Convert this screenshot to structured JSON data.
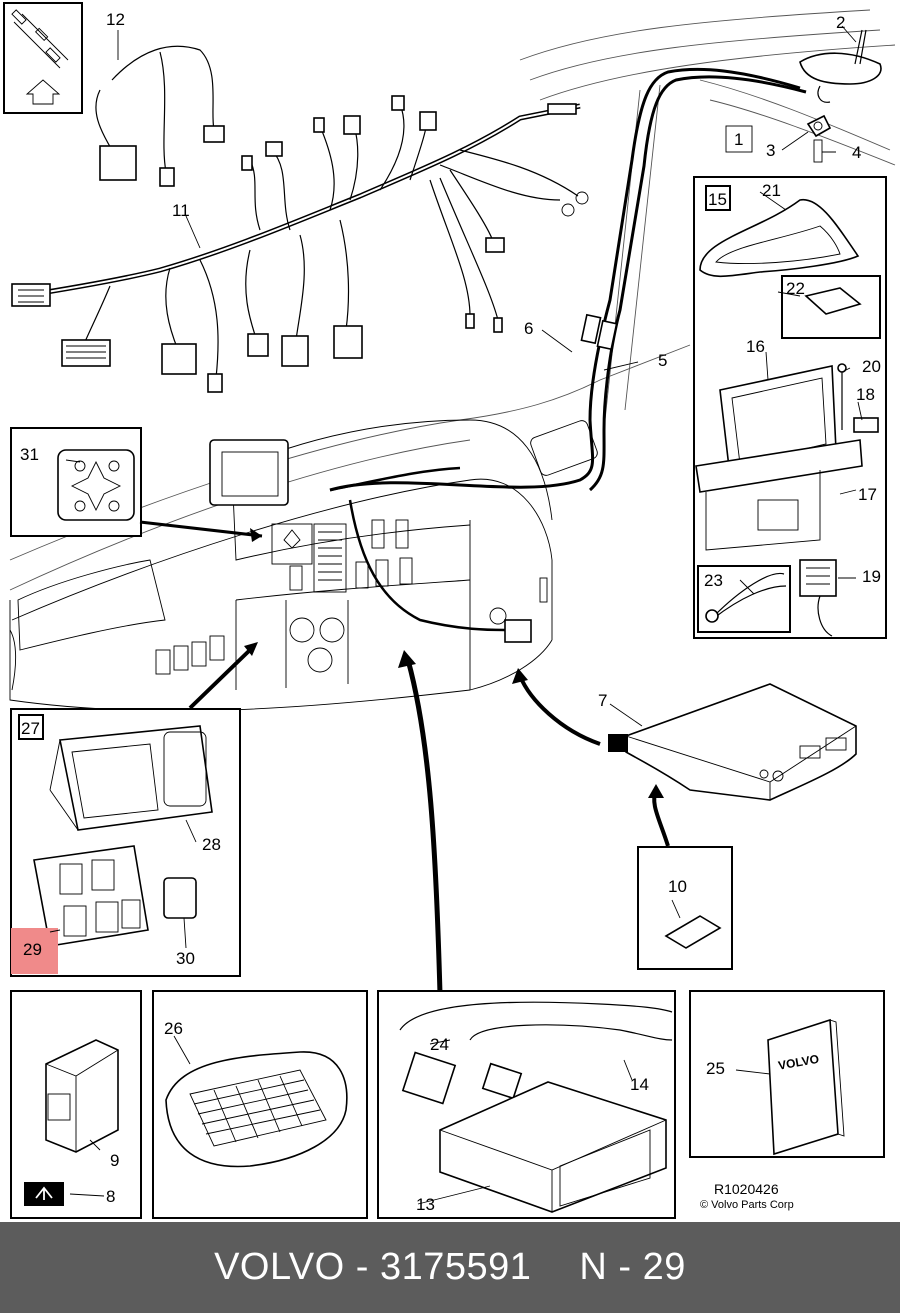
{
  "callouts": [
    "1",
    "2",
    "3",
    "4",
    "5",
    "6",
    "7",
    "8",
    "9",
    "10",
    "11",
    "12",
    "13",
    "14",
    "15",
    "16",
    "17",
    "18",
    "19",
    "20",
    "21",
    "22",
    "23",
    "24",
    "25",
    "26",
    "27",
    "28",
    "29",
    "30",
    "31"
  ],
  "highlight": {
    "label": "29",
    "color": "#f08a8a"
  },
  "manual_brand": "VOLVO",
  "reference_code": "R1020426",
  "copyright": "© Volvo Parts Corp",
  "footer": {
    "brand": "VOLVO",
    "part_number": "3175591",
    "position": "N - 29",
    "separator": "-"
  },
  "colors": {
    "footer_bg": "#5c5c5c",
    "footer_text": "#ffffff",
    "highlight": "#f08a8a"
  }
}
